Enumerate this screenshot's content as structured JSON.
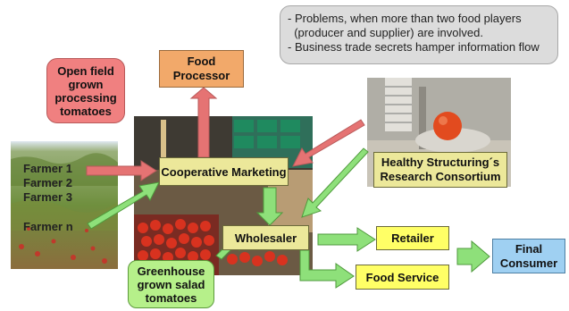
{
  "notes": [
    "- Problems, when more than two food players",
    "  (producer and supplier) are involved.",
    "- Business trade secrets hamper information flow"
  ],
  "open_field": [
    "Open field",
    "grown",
    "processing",
    "tomatoes"
  ],
  "food_processor": [
    "Food",
    "Processor"
  ],
  "farmers": [
    "Farmer 1",
    "Farmer 2",
    "Farmer 3",
    "Farmer n"
  ],
  "cooperative_marketing": "Cooperative Marketing",
  "wholesaler": "Wholesaler",
  "retailer": "Retailer",
  "food_service": "Food Service",
  "final_consumer": [
    "Final",
    "Consumer"
  ],
  "consortium": [
    "Healthy Structuring´s",
    "Research Consortium"
  ],
  "greenhouse": [
    "Greenhouse",
    "grown salad",
    "tomatoes"
  ],
  "colors": {
    "yellow_box": "#ffff66",
    "olive_box": "#ece89a",
    "pink_box": "#f08080",
    "orange_box": "#f2a96a",
    "blue_box": "#9fd0f2",
    "green_box": "#b6f08a",
    "green_arrow": "#8ee07a",
    "red_arrow": "#e57373"
  }
}
